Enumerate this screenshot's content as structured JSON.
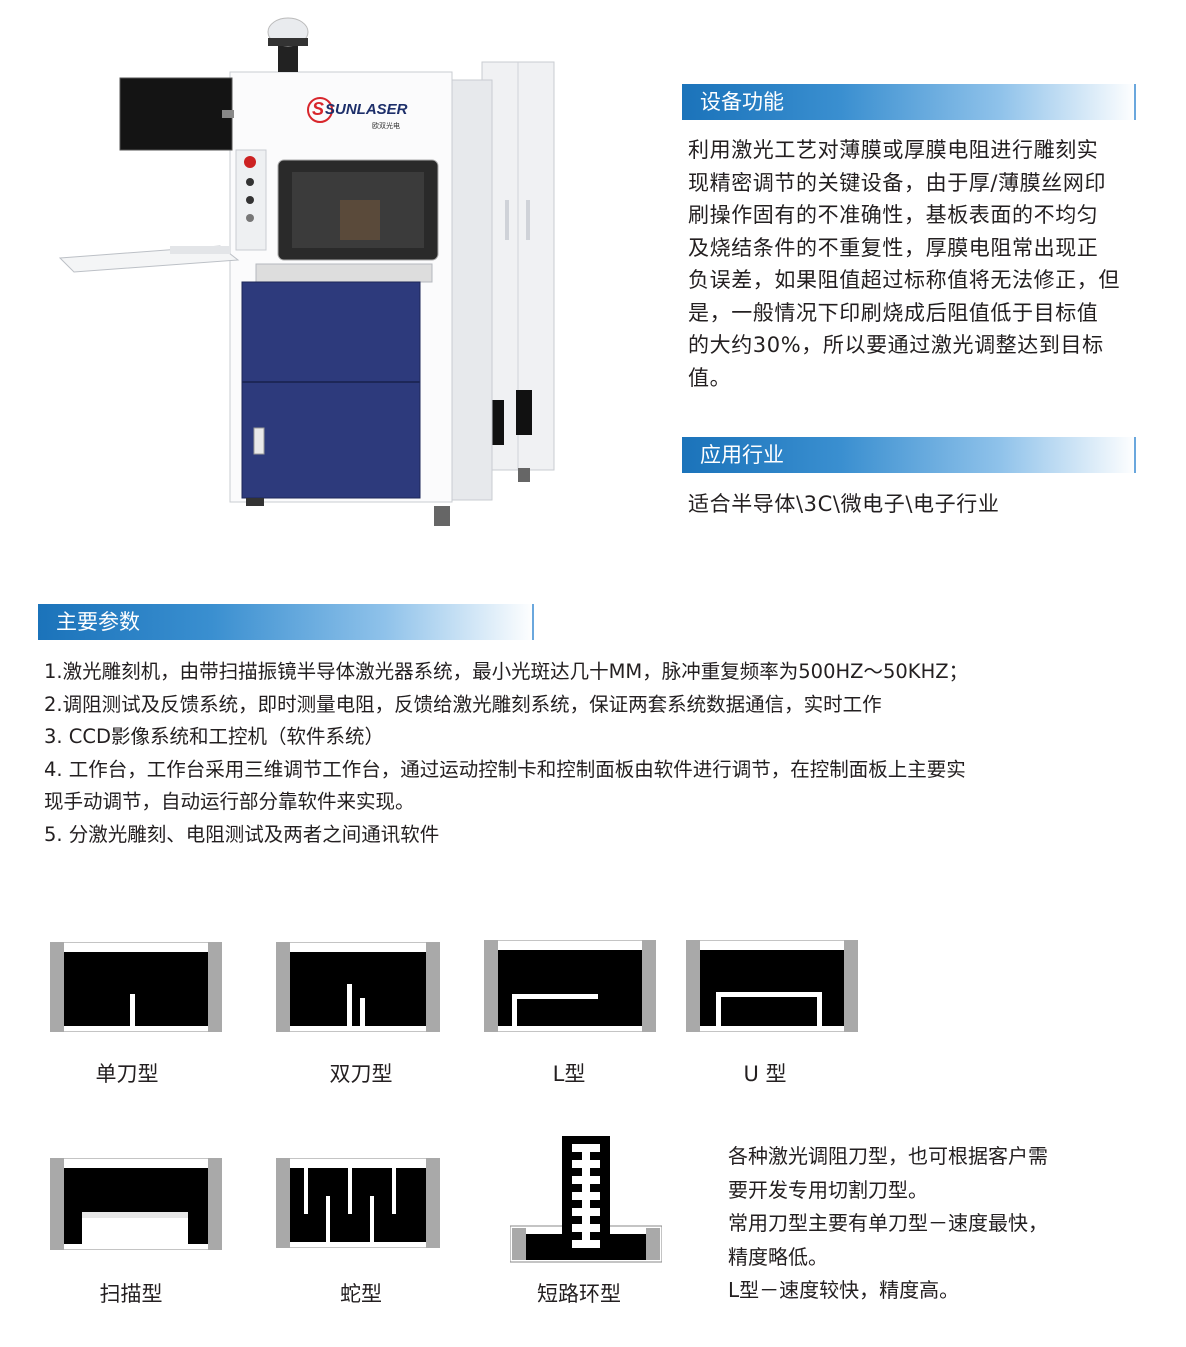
{
  "brand": {
    "logo": "SUNLASER",
    "sub": "欧双光电"
  },
  "section1": {
    "title": "设备功能",
    "lines": [
      "利用激光工艺对薄膜或厚膜电阻进行雕刻实",
      "现精密调节的关键设备，由于厚/薄膜丝网印",
      "刷操作固有的不准确性，基板表面的不均匀",
      "及烧结条件的不重复性，厚膜电阻常出现正",
      "负误差，如果阻值超过标称值将无法修正，但",
      "是，一般情况下印刷烧成后阻值低于目标值",
      "的大约30%，所以要通过激光调整达到目标",
      "值。"
    ]
  },
  "section2": {
    "title": "应用行业",
    "text": "适合半导体\\3C\\微电子\\电子行业"
  },
  "section3": {
    "title": "主要参数",
    "lines": [
      "1.激光雕刻机，由带扫描振镜半导体激光器系统，最小光斑达几十MM，脉冲重复频率为500HZ～50KHZ；",
      "2.调阻测试及反馈系统，即时测量电阻，反馈给激光雕刻系统，保证两套系统数据通信，实时工作",
      "3. CCD影像系统和工控机（软件系统）",
      "4. 工作台，工作台采用三维调节工作台，通过运动控制卡和控制面板由软件进行调节，在控制面板上主要实",
      "现手动调节，自动运行部分靠软件来实现。",
      "5. 分激光雕刻、电阻测试及两者之间通讯软件"
    ]
  },
  "cut_types": [
    "单刀型",
    "双刀型",
    "L型",
    "U 型",
    "扫描型",
    "蛇型",
    "短路环型"
  ],
  "note_lines": [
    "各种激光调阻刀型，也可根据客户需",
    "要开发专用切割刀型。",
    "常用刀型主要有单刀型－速度最快，",
    "精度略低。",
    "L型－速度较快，精度高。"
  ],
  "colors": {
    "accent": "#1b73ba",
    "cabinet": "#2d3a7c",
    "diagram": "#000000"
  }
}
